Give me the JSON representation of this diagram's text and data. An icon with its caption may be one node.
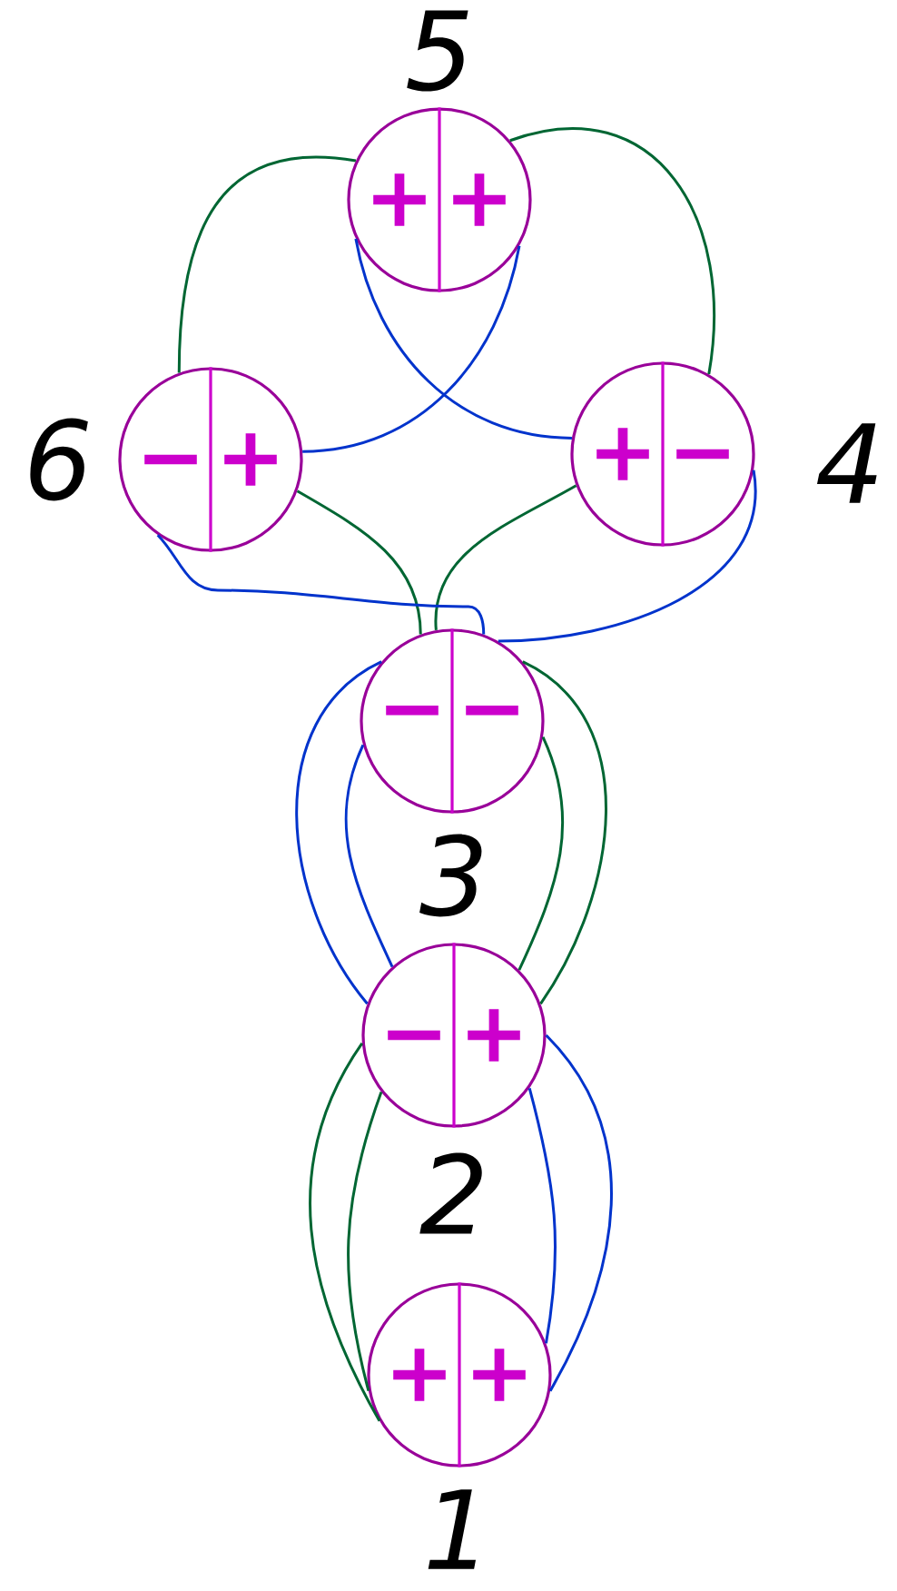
{
  "diagram": {
    "nodes": [
      {
        "text": [
          "+",
          "+"
        ],
        "beside": [
          "5"
        ]
      },
      {
        "text": [
          "−",
          "+"
        ],
        "beside": [
          "6"
        ]
      },
      {
        "text": [
          "+",
          "−"
        ],
        "beside": [
          "4"
        ]
      },
      {
        "text": [
          "−",
          "−"
        ],
        "beside": [
          "3"
        ]
      },
      {
        "text": [
          "−",
          "+"
        ],
        "beside": [
          "2"
        ]
      },
      {
        "text": [
          "+",
          "+"
        ],
        "beside": [
          "1"
        ]
      }
    ],
    "edges": [
      {
        "from": 5,
        "to": 4,
        "arrow": "none",
        "color": "#006633"
      },
      {
        "from": 5,
        "to": 4,
        "arrow": "none",
        "color": "#006633"
      },
      {
        "from": 5,
        "to": 4,
        "arrow": "none",
        "color": "#0033cc"
      },
      {
        "from": 5,
        "to": 4,
        "arrow": "none",
        "color": "#0033cc"
      },
      {
        "from": 4,
        "to": 3,
        "arrow": "none",
        "color": "#0033cc"
      },
      {
        "from": 4,
        "to": 3,
        "arrow": "none",
        "color": "#0033cc"
      },
      {
        "from": 4,
        "to": 3,
        "arrow": "none",
        "color": "#006633"
      },
      {
        "from": 4,
        "to": 3,
        "arrow": "none",
        "color": "#006633"
      },
      {
        "from": 3,
        "to": 2,
        "arrow": "none",
        "color": "#006633"
      },
      {
        "from": 3,
        "to": 2,
        "arrow": "none",
        "color": "#0033cc"
      },
      {
        "from": 3,
        "to": 1,
        "arrow": "none",
        "color": "#006633"
      },
      {
        "from": 3,
        "to": 1,
        "arrow": "none",
        "color": "#0033cc"
      },
      {
        "from": 0,
        "to": 1,
        "arrow": "none",
        "color": "#006633"
      },
      {
        "from": 0,
        "to": 1,
        "arrow": "none",
        "color": "#0033cc"
      },
      {
        "from": 0,
        "to": 2,
        "arrow": "none",
        "color": "#006633"
      },
      {
        "from": 0,
        "to": 2,
        "arrow": "none",
        "color": "#0033cc"
      }
    ]
  }
}
